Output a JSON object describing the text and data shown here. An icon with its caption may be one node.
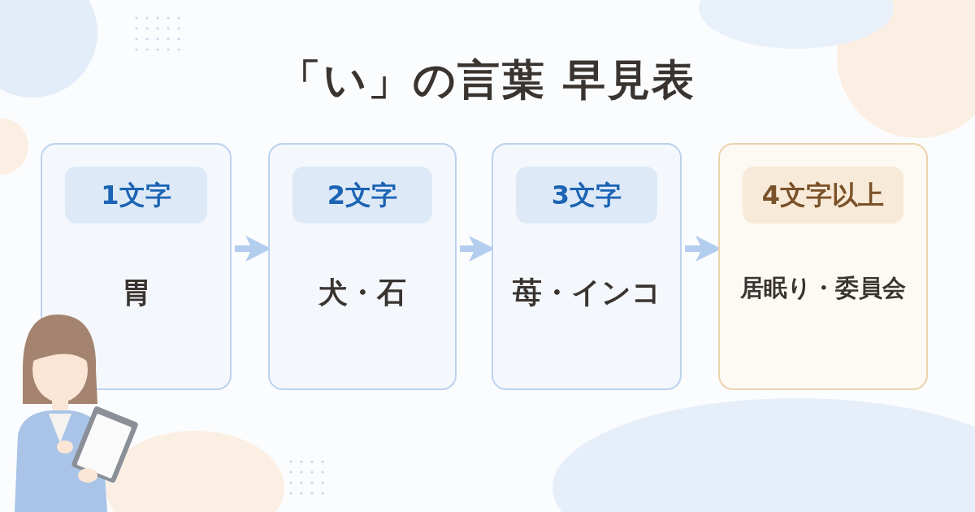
{
  "diagram": {
    "title": "「い」の言葉 早見表",
    "nodes": [
      {
        "text": [
          "1文字",
          "胃"
        ]
      },
      {
        "text": [
          "2文字",
          "犬・石"
        ]
      },
      {
        "text": [
          "3文字",
          "苺・インコ"
        ]
      },
      {
        "text": [
          "4文字以上",
          "居眠り・委員会"
        ]
      }
    ],
    "edges": [
      {
        "from": 0,
        "to": 1,
        "arrow": "to"
      },
      {
        "from": 1,
        "to": 2,
        "arrow": "to"
      },
      {
        "from": 2,
        "to": 3,
        "arrow": "to"
      }
    ]
  }
}
